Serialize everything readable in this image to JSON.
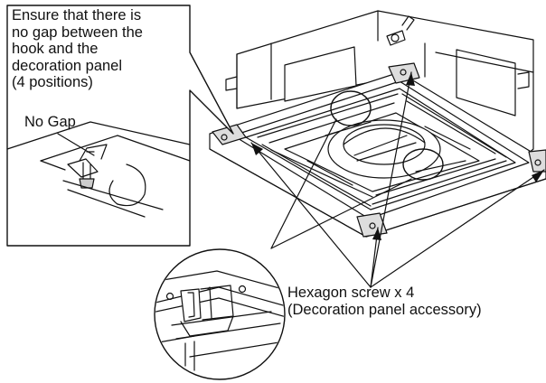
{
  "callout": {
    "lines": [
      "Ensure that there is",
      "no gap between the",
      "hook and the",
      "decoration panel",
      "(4 positions)"
    ],
    "no_gap": "No Gap"
  },
  "screw_label": {
    "lines": [
      "Hexagon screw x 4",
      "(Decoration panel accessory)"
    ]
  },
  "colors": {
    "ink": "#111111",
    "shade": "#bdbdbd",
    "paper": "#ffffff"
  }
}
